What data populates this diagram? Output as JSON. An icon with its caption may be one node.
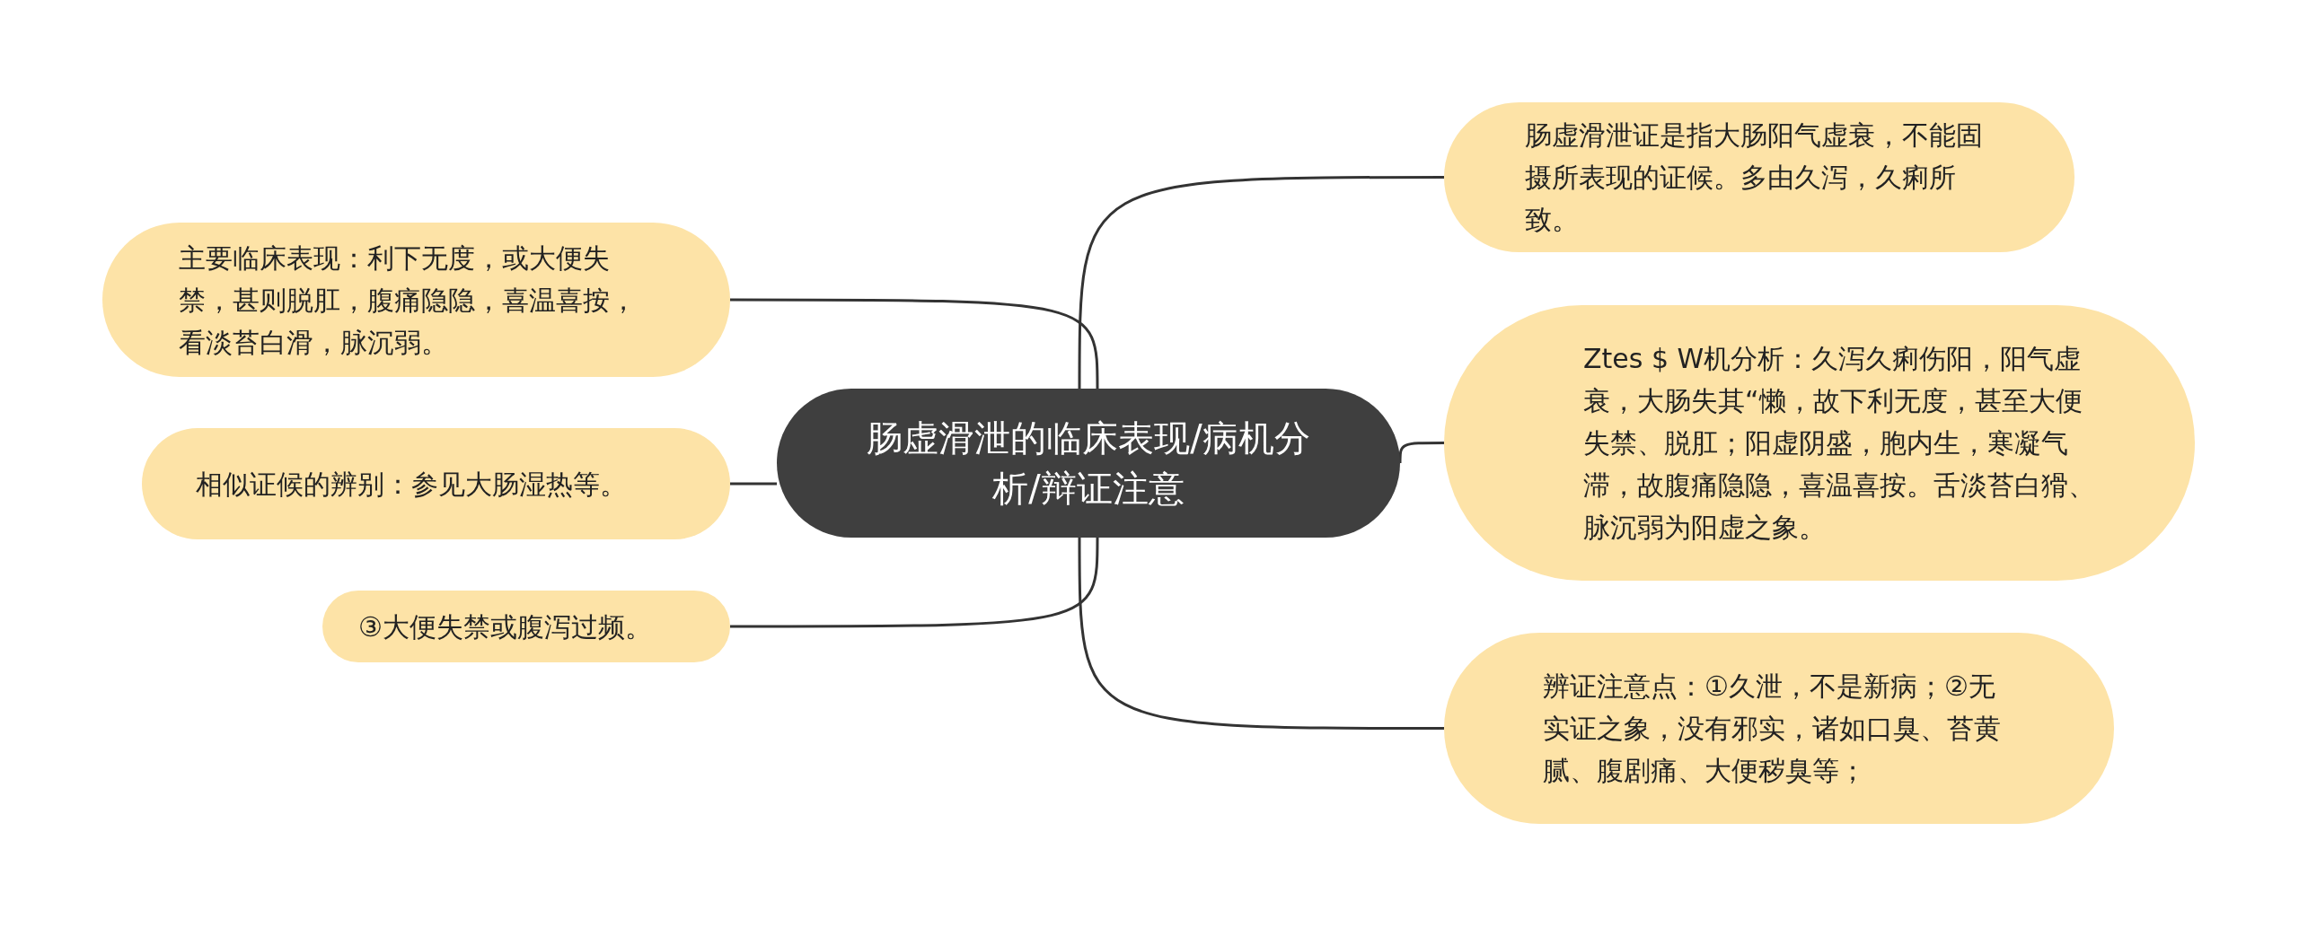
{
  "diagram": {
    "nodes": [
      {
        "text": [
          "肠虚滑泄的临床表现/病机分析/辩证注意"
        ]
      },
      {
        "text": [
          "肠虚滑泄证是指大肠阳气虚衰，不能固摄所表现的证候。多由久泻，久痢所致。"
        ]
      },
      {
        "text": [
          "主要临床表现：利下无度，或大便失禁，甚则脱肛，腹痛隐隐，喜温喜按，看淡苔白滑，脉沉弱。"
        ]
      },
      {
        "text": [
          "Ztes $ W机分析：久泻久痢伤阳，阳气虚衰，大肠失其“懒，故下利无度，甚至大便失禁、脱肛；阳虚阴盛，胞内生，寒凝气滞，故腹痛隐隐，喜温喜按。舌淡苔白猾、脉沉弱为阳虚之象。"
        ]
      },
      {
        "text": [
          "相似证候的辨别：参见大肠湿热等。"
        ]
      },
      {
        "text": [
          "③大便失禁或腹泻过频。"
        ]
      },
      {
        "text": [
          "辨证注意点：①久泄，不是新病；②无实证之象，没有邪实，诸如口臭、苔黄腻、腹剧痛、大便秽臭等；"
        ]
      }
    ],
    "edges": [
      {
        "from": 0,
        "to": 1,
        "arrow": "none"
      },
      {
        "from": 0,
        "to": 2,
        "arrow": "none"
      },
      {
        "from": 0,
        "to": 3,
        "arrow": "none"
      },
      {
        "from": 0,
        "to": 4,
        "arrow": "none"
      },
      {
        "from": 0,
        "to": 5,
        "arrow": "none"
      },
      {
        "from": 0,
        "to": 6,
        "arrow": "none"
      }
    ]
  }
}
